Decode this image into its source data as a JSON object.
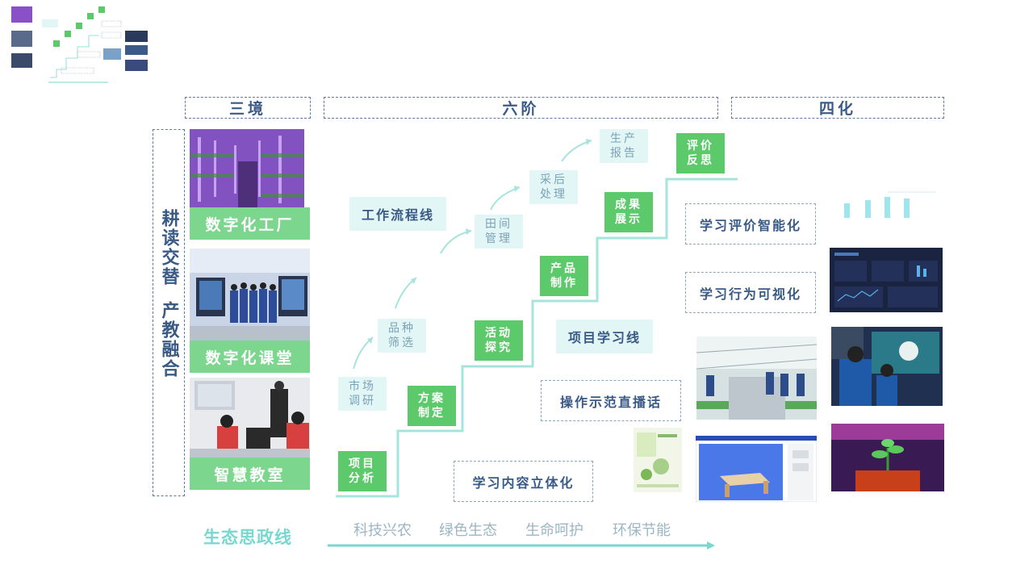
{
  "headers": {
    "sanjing": "三境",
    "liujie": "六阶",
    "sihua": "四化"
  },
  "left_banner": {
    "line1": "耕读交替",
    "line2": "产教融合"
  },
  "environments": [
    {
      "label": "数字化工厂"
    },
    {
      "label": "数字化课堂"
    },
    {
      "label": "智慧教室"
    }
  ],
  "stair_steps": [
    {
      "text": "项目\n分析"
    },
    {
      "text": "方案\n制定"
    },
    {
      "text": "活动\n探究"
    },
    {
      "text": "产品\n制作"
    },
    {
      "text": "成果\n展示"
    },
    {
      "text": "评价\n反思"
    }
  ],
  "workflow_steps": [
    {
      "text": "市场\n调研"
    },
    {
      "text": "品种\n筛选"
    },
    {
      "text": "田间\n管理"
    },
    {
      "text": "采后\n处理"
    },
    {
      "text": "生产\n报告"
    }
  ],
  "lines": {
    "workflow": "工作流程线",
    "project": "项目学习线",
    "live": "操作示范直播话",
    "content": "学习内容立体化"
  },
  "sihua_labels": {
    "evaluation": "学习评价智能化",
    "behavior": "学习行为可视化"
  },
  "ecology": {
    "title": "生态思政线",
    "items": [
      "科技兴农",
      "绿色生态",
      "生命呵护",
      "环保节能"
    ]
  },
  "colors": {
    "step_green": "#5cc96a",
    "label_green": "#7dd68e",
    "light_teal": "#e3f6f6",
    "navy_text": "#3a5a86",
    "teal_line": "#78d7cf"
  }
}
